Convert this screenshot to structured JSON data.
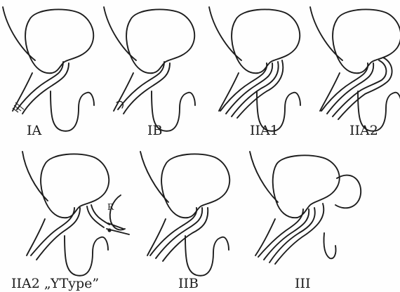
{
  "labels": {
    "ia": "IA",
    "ib": "IB",
    "iia1": "IIA1",
    "iia2": "IIA2",
    "iia2y": "IIA2 „YType”",
    "iib": "IIB",
    "iii": "III",
    "r_marker": "R"
  }
}
